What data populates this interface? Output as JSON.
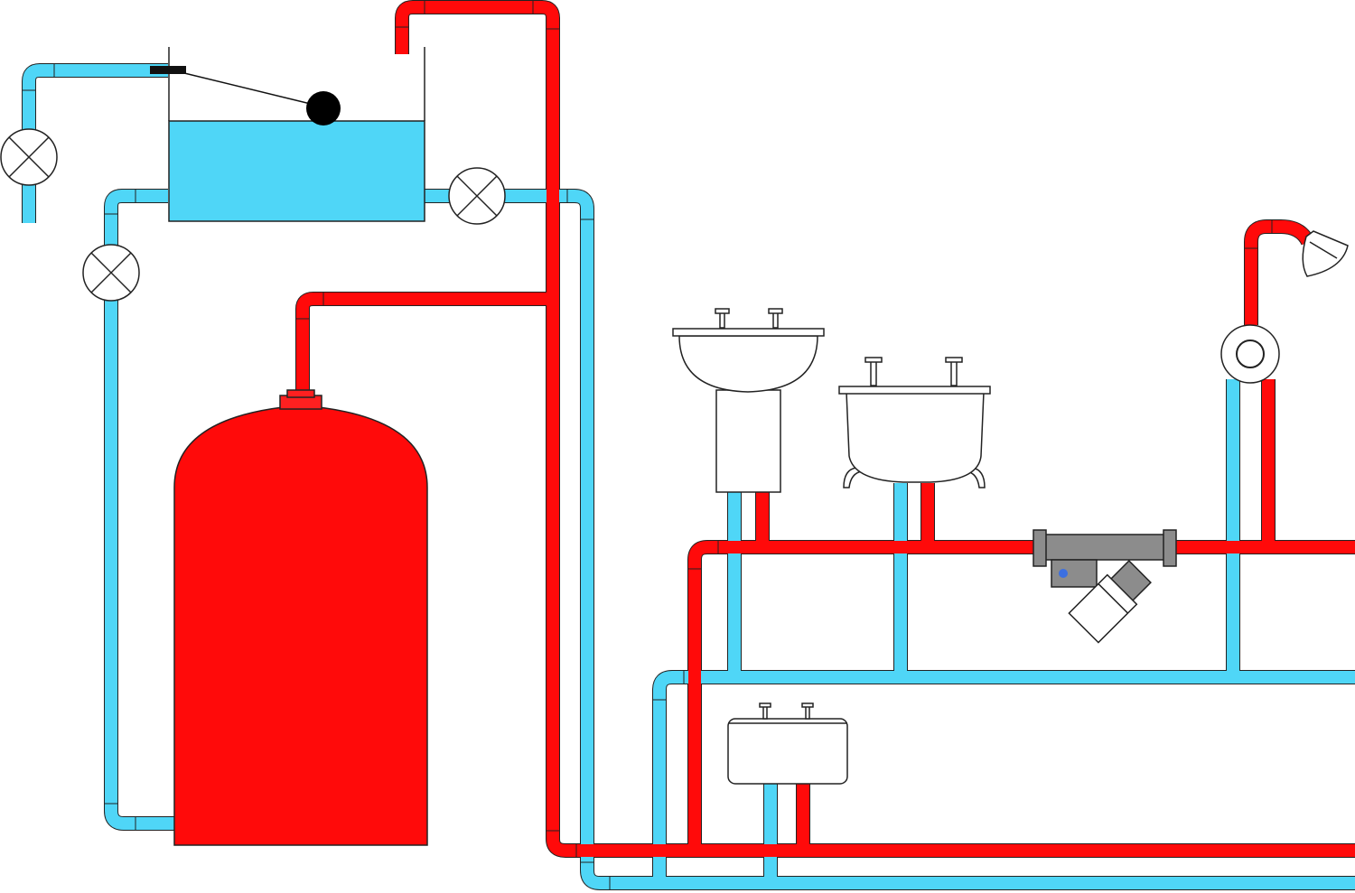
{
  "colors": {
    "cold": "#4fd6f7",
    "hot": "#ff0a0a",
    "tank_water": "#4fd6f7",
    "cylinder": "#ff0a0a",
    "filter_body": "#8c8c8c",
    "outline": "#222222",
    "background": "#ffffff",
    "indicator_dot": "#3b6fe0"
  },
  "components": [
    {
      "id": "cold-water-storage-tank",
      "icon": "tank"
    },
    {
      "id": "ball-float-valve",
      "icon": "float-ball"
    },
    {
      "id": "gate-valve-mains",
      "icon": "valve-x"
    },
    {
      "id": "gate-valve-feed",
      "icon": "valve-x"
    },
    {
      "id": "gate-valve-outlet",
      "icon": "valve-x"
    },
    {
      "id": "hot-water-cylinder",
      "icon": "cylinder"
    },
    {
      "id": "wash-basin",
      "icon": "pedestal-basin"
    },
    {
      "id": "bathtub",
      "icon": "bath"
    },
    {
      "id": "kitchen-sink",
      "icon": "sink"
    },
    {
      "id": "shower-mixer",
      "icon": "mixer-dial"
    },
    {
      "id": "shower-head",
      "icon": "shower-head"
    },
    {
      "id": "inline-filter",
      "icon": "y-strainer"
    }
  ]
}
